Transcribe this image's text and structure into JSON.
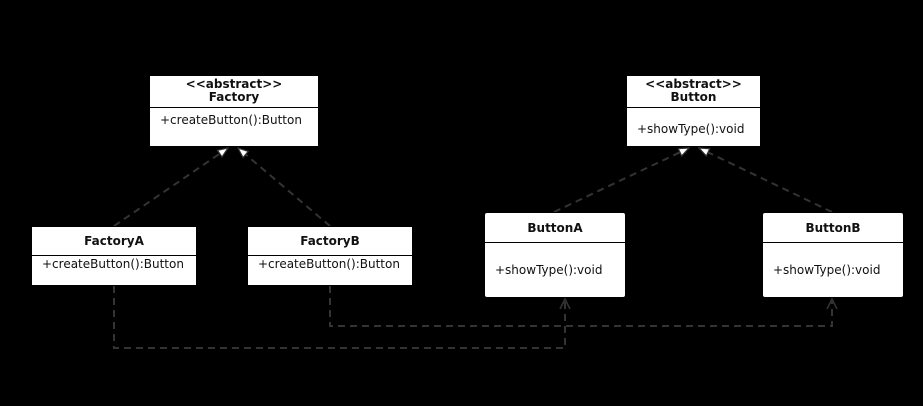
{
  "diagram": {
    "classes": {
      "factory": {
        "stereotype": "<<abstract>>",
        "name": "Factory",
        "method": "+createButton():Button"
      },
      "button": {
        "stereotype": "<<abstract>>",
        "name": "Button",
        "method": "+showType():void"
      },
      "factory_a": {
        "name": "FactoryA",
        "method": "+createButton():Button"
      },
      "factory_b": {
        "name": "FactoryB",
        "method": "+createButton():Button"
      },
      "button_a": {
        "name": "ButtonA",
        "method": "+showType():void"
      },
      "button_b": {
        "name": "ButtonB",
        "method": "+showType():void"
      }
    },
    "relations": [
      {
        "type": "realization",
        "from": "FactoryA",
        "to": "Factory"
      },
      {
        "type": "realization",
        "from": "FactoryB",
        "to": "Factory"
      },
      {
        "type": "realization",
        "from": "ButtonA",
        "to": "Button"
      },
      {
        "type": "realization",
        "from": "ButtonB",
        "to": "Button"
      },
      {
        "type": "dependency",
        "from": "FactoryA",
        "to": "ButtonA"
      },
      {
        "type": "dependency",
        "from": "FactoryB",
        "to": "ButtonB"
      }
    ],
    "colors": {
      "background": "#000000",
      "box_fill": "#ffffff",
      "box_border": "#000000",
      "line": "#333333",
      "text": "#111111"
    }
  }
}
